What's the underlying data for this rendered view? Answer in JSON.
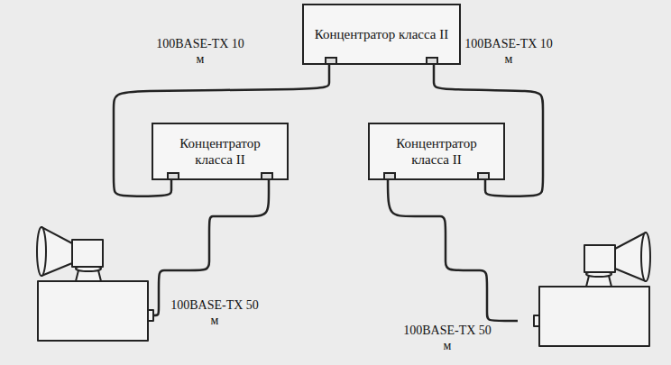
{
  "diagram": {
    "nodes": [
      {
        "text": [
          "Концентратор класса II"
        ]
      },
      {
        "text": [
          "Концентратор класса II"
        ]
      },
      {
        "text": [
          "Концентратор класса II"
        ]
      }
    ],
    "edges": [
      {
        "from": 0,
        "to": 1,
        "arrow": "none",
        "label": "100BASE-TX 10 м"
      },
      {
        "from": 0,
        "to": 2,
        "arrow": "none",
        "label": "100BASE-TX 10 м"
      }
    ],
    "labels": [
      "100BASE-TX 50 м",
      "100BASE-TX 50 м"
    ]
  }
}
